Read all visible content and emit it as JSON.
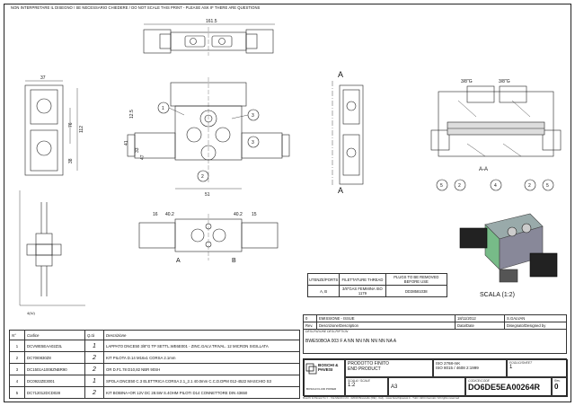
{
  "header_note": "NON INTERPRETARE IL DISEGNO / SE NECESSARIO CHIEDERE / DO NOT SCALE THIS PRINT - PLEASE ASK IF THERE ARE QUESTIONS",
  "dimensions": {
    "top_width": "161.5",
    "w1": "37",
    "h1": "76",
    "h2": "112",
    "h3": "38",
    "d1": "12.5",
    "d2": "41",
    "d3": "33",
    "d4": "47",
    "w2": "51",
    "left_bottom": "4(IU)",
    "w3": "40.2",
    "w4": "40.2",
    "w5": "16",
    "w6": "15",
    "port": "3/8\"G"
  },
  "balloons": [
    "1",
    "2",
    "3",
    "3",
    "5",
    "2",
    "4",
    "2",
    "5"
  ],
  "section": {
    "cut": "A",
    "label": "A-A",
    "port_a": "3/8\"G",
    "port_b": "3/8\"G",
    "port_ab_a": "A",
    "port_ab_b": "B"
  },
  "utenze_table": {
    "headers": [
      "UTENZE/PORTS",
      "FILETTATURE THREAD",
      "PLUGS TO BE REMOVED BEFORE USE"
    ],
    "row": [
      "A, B",
      "3/8\"GAS FEMMINA ISO 1179",
      "DD38581038"
    ]
  },
  "scale_label": "SCALA (1:2)",
  "parts_list": {
    "headers": [
      "N°",
      "Codice",
      "Q.tà",
      "Descrizione"
    ],
    "rows": [
      {
        "n": "1",
        "code": "DCVWE5EAA02Z3L",
        "qty": "1",
        "desc": "LAPPATO DNCE50 3/8\"G TP SETTL.WE6E001 - ZINC.GALV.TRIVAL. 12 MICRON SIGILLATA"
      },
      {
        "n": "2",
        "code": "DC70I0830Z8",
        "qty": "2",
        "desc": "KIT PILOTA D.14 M16x1 CORSA 2.1mm"
      },
      {
        "n": "3",
        "code": "DC1501A1008ZNBR90",
        "qty": "2",
        "desc": "OR D.F1.78 D10,82 NBR 90SH"
      },
      {
        "n": "4",
        "code": "DC0922ZE3001",
        "qty": "1",
        "desc": "SPOLA DNCE50 C.3 ELETTRICA CORSA 2.1_2.1 40.0mm C.C.D.DPM 012-4522 MASCHIO S3"
      },
      {
        "n": "5",
        "code": "DC712012DCD028",
        "qty": "2",
        "desc": "KIT BOBINA+OR 12V DC 28.5W S.4OHM PILOTI D14 CONNETTORE DIN 43650"
      }
    ]
  },
  "revision": {
    "rows": [
      {
        "rev": "0",
        "desc": "EMISSIONE - ISSUE",
        "date": "18/11/2012",
        "by": "S.GALVAN"
      },
      {
        "rev": "Rev.",
        "desc": "Descrizione/Description",
        "date": "Data/Date",
        "by": "Disegnato/Designed by"
      }
    ],
    "description_label": "DESCRIZIONE DESCRIPTION",
    "description_value": "BWE50BOA 003 F A NN NN NN NN NN NA A"
  },
  "title_block": {
    "company": "BOSCHI & PAVESI",
    "company_sub": "BOSCHI FLUID POWER",
    "product_label": "PRODOTTO FINITO",
    "product_label_en": "END PRODUCT",
    "tolerance": "ISO 2768-mK",
    "standard": "ISO 8015 / 4608 2:1999",
    "qty_label": "FOGLIO/SHEET",
    "sheet": "1",
    "scale_label": "SCALA / SCALE",
    "scale": "1:2",
    "code_label": "CODICE/CODE",
    "code": "DO6DE5EA00264R",
    "rev_label": "Rev.",
    "rev": "0",
    "format": "A3"
  },
  "footer": "Boschi & Pavesi S.r.l. - Via Mazzini 24 - 42040 Brescello (RE) - Italy - www.boschipavesi.it - Tutti i diritti riservati / All rights reserved"
}
